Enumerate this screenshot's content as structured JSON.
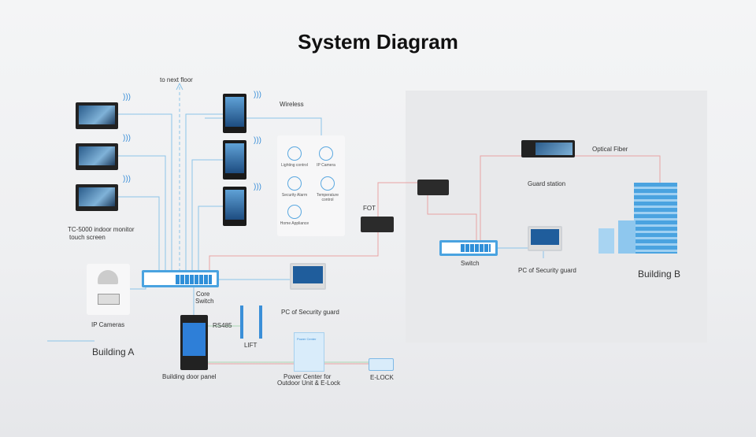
{
  "title": "System Diagram",
  "labels": {
    "to_next_floor": "to next floor",
    "wireless": "Wireless",
    "indoor_monitor": "TC-5000 indoor monitor",
    "touch_screen": "touch screen",
    "fot": "FOT",
    "ip_cameras": "IP Cameras",
    "core_switch_1": "Core",
    "core_switch_2": "Switch",
    "pc_a": "PC of Security guard",
    "building_a": "Building A",
    "rs485": "RS485",
    "lift": "LIFT",
    "door_panel": "Building door panel",
    "power_center_1": "Power Center for",
    "power_center_2": "Outdoor Unit & E-Lock",
    "power_center_icon": "Power Center",
    "elock": "E-LOCK",
    "switch_b": "Switch",
    "pc_b": "PC of Security guard",
    "guard_station": "Guard station",
    "optical_fiber": "Optical Fiber",
    "building_b": "Building B"
  },
  "smart_home": [
    {
      "label": "Lighting control",
      "icon": "bulb-icon"
    },
    {
      "label": "IP Camera",
      "icon": "camera-icon"
    },
    {
      "label": "Security Alarm",
      "icon": "shield-icon"
    },
    {
      "label": "Temperature control",
      "icon": "thermometer-icon"
    },
    {
      "label": "Home Appliance",
      "icon": "appliance-icon"
    }
  ],
  "colors": {
    "network": "#8cc4e8",
    "fiber": "#e9a3a3",
    "accent": "#3a8fd8"
  }
}
